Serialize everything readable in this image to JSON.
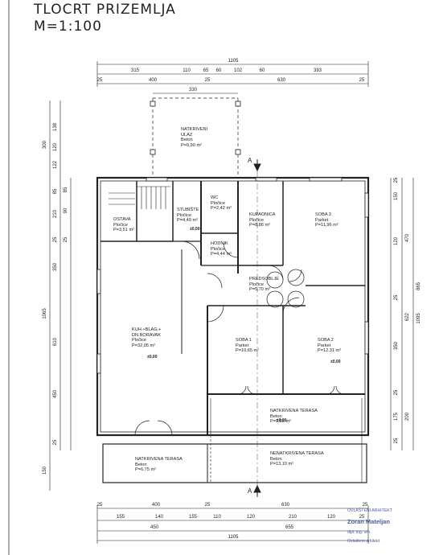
{
  "title": {
    "line1": "TLOCRT PRIZEMLJA",
    "line2": "M=1:100"
  },
  "rooms": [
    {
      "id": "ulaz",
      "name1": "NATKRIVENI",
      "name2": "ULAZ",
      "floor": "Beton",
      "area": "P=9,90 m²"
    },
    {
      "id": "wc",
      "name1": "WC",
      "floor": "Pločice",
      "area": "P=2,42 m²"
    },
    {
      "id": "kupaonica",
      "name1": "KUPAONICA",
      "floor": "Pločice",
      "area": "P=8,86 m²"
    },
    {
      "id": "soba3",
      "name1": "SOBA 3",
      "floor": "Parket",
      "area": "P=11,96 m²"
    },
    {
      "id": "studiste",
      "name1": "STUBIŠTE",
      "floor": "Pločice",
      "area": "P=4,49 m²"
    },
    {
      "id": "ostava",
      "name1": "OSTAVA",
      "floor": "Pločice",
      "area": "P=3,51 m²"
    },
    {
      "id": "hodnik",
      "name1": "HODNIK",
      "floor": "Pločice",
      "area": "P=4,44 m²"
    },
    {
      "id": "predsoblje",
      "name1": "PREDSOBLJE",
      "floor": "Pločice",
      "area": "P=5,70 m²"
    },
    {
      "id": "kuhinja",
      "name1": "KUH.+BLAG.+",
      "name2": "DN.BORAVAK",
      "floor": "Pločice",
      "area": "P=32,05 m²"
    },
    {
      "id": "soba1",
      "name1": "SOBA 1",
      "floor": "Parket",
      "area": "P=10,65 m²"
    },
    {
      "id": "soba2",
      "name1": "SOBA 2",
      "floor": "Parket",
      "area": "P=12,31 m²"
    },
    {
      "id": "terasa1",
      "name1": "NATKRIVENA TERASA",
      "floor": "Beton",
      "area": "P=6,75 m²"
    },
    {
      "id": "terasa2",
      "name1": "NATKRIVENA TERASA",
      "floor": "Beton",
      "area": "P=9,83 m²"
    },
    {
      "id": "terasa3",
      "name1": "NENATKRIVENA TERASA",
      "floor": "Beton",
      "area": "P=13,10 m²"
    }
  ],
  "levels": [
    "±0,00",
    "±0,00",
    "±0,00",
    "±0,00"
  ],
  "section": {
    "top": "A",
    "bottom": "A"
  },
  "dims_top": {
    "total": "1105",
    "row2": [
      "315",
      "110",
      "65",
      "60",
      "102",
      "60",
      "393"
    ],
    "row3": [
      "25",
      "400",
      "25",
      "630",
      "25"
    ],
    "entry": "330"
  },
  "dims_bottom": {
    "row1": [
      "25",
      "400",
      "25",
      "630",
      "25"
    ],
    "row2": [
      "155",
      "140",
      "155",
      "110",
      "120",
      "210",
      "120",
      "25"
    ],
    "row3": [
      "450",
      "655"
    ],
    "total": "1105"
  },
  "dims_left": {
    "outer": [
      "300",
      "1065",
      "150"
    ],
    "mid": [
      "138",
      "120",
      "122",
      "85",
      "210",
      "25",
      "350",
      "610",
      "450",
      "25"
    ],
    "inner": [
      "85",
      "90",
      "25"
    ]
  },
  "dims_right": {
    "inner": [
      "25",
      "150",
      "120",
      "25",
      "350",
      "25",
      "175",
      "25"
    ],
    "mid": [
      "470",
      "622",
      "200"
    ],
    "outer": [
      "865",
      "1095"
    ]
  },
  "stamp": {
    "line1": "OVLAŠTENI ARHITEKT",
    "line2": "Zoran Mateljan",
    "line3": "dipl. ing. arh.",
    "line4": "Ovlašteni arhitekt"
  }
}
